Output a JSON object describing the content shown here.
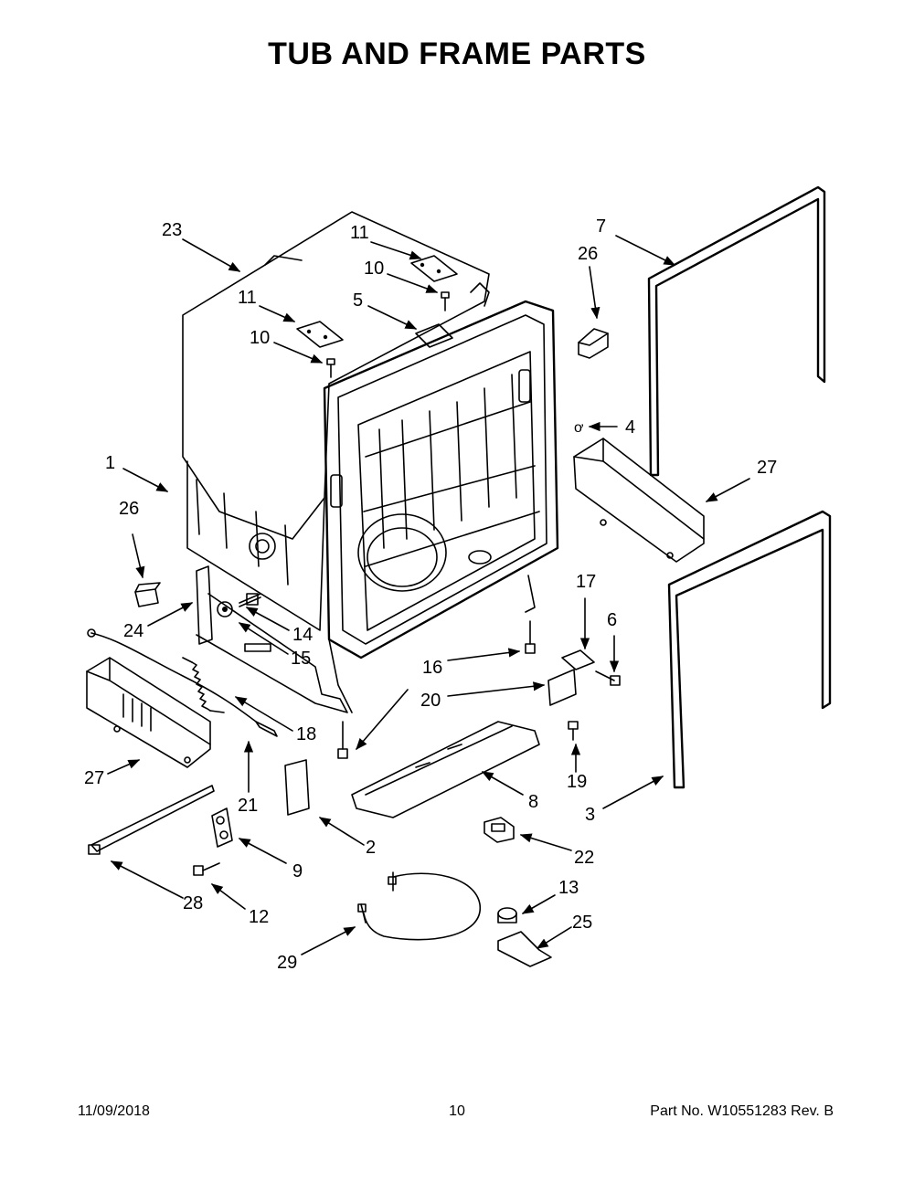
{
  "title": "TUB AND FRAME PARTS",
  "callouts": [
    {
      "id": "c1",
      "label": "1"
    },
    {
      "id": "c2",
      "label": "2"
    },
    {
      "id": "c3",
      "label": "3"
    },
    {
      "id": "c4",
      "label": "4"
    },
    {
      "id": "c5",
      "label": "5"
    },
    {
      "id": "c6",
      "label": "6"
    },
    {
      "id": "c7",
      "label": "7"
    },
    {
      "id": "c8",
      "label": "8"
    },
    {
      "id": "c9",
      "label": "9"
    },
    {
      "id": "c10a",
      "label": "10"
    },
    {
      "id": "c10b",
      "label": "10"
    },
    {
      "id": "c11a",
      "label": "11"
    },
    {
      "id": "c11b",
      "label": "11"
    },
    {
      "id": "c12",
      "label": "12"
    },
    {
      "id": "c13",
      "label": "13"
    },
    {
      "id": "c14",
      "label": "14"
    },
    {
      "id": "c15",
      "label": "15"
    },
    {
      "id": "c16",
      "label": "16"
    },
    {
      "id": "c17",
      "label": "17"
    },
    {
      "id": "c18",
      "label": "18"
    },
    {
      "id": "c19",
      "label": "19"
    },
    {
      "id": "c20",
      "label": "20"
    },
    {
      "id": "c21",
      "label": "21"
    },
    {
      "id": "c22",
      "label": "22"
    },
    {
      "id": "c23",
      "label": "23"
    },
    {
      "id": "c24",
      "label": "24"
    },
    {
      "id": "c25",
      "label": "25"
    },
    {
      "id": "c26a",
      "label": "26"
    },
    {
      "id": "c26b",
      "label": "26"
    },
    {
      "id": "c27a",
      "label": "27"
    },
    {
      "id": "c27b",
      "label": "27"
    },
    {
      "id": "c28",
      "label": "28"
    },
    {
      "id": "c29",
      "label": "29"
    }
  ],
  "footer": {
    "date": "11/09/2018",
    "page": "10",
    "part": "Part No.  W10551283  Rev.  B"
  }
}
